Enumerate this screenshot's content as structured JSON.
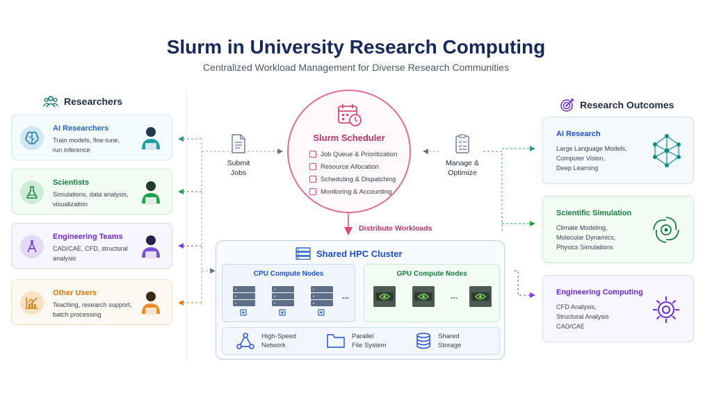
{
  "title": "Slurm in University Research Computing",
  "subtitle": "Centralized Workload Management for Diverse Research Communities",
  "researchers": {
    "heading": "Researchers",
    "items": [
      {
        "title": "AI Researchers",
        "desc1": "Train models, fine-tune,",
        "desc2": "run inference",
        "color": "#2563c9"
      },
      {
        "title": "Scientists",
        "desc1": "Simulations, data analysis,",
        "desc2": "visualization",
        "color": "#15803d"
      },
      {
        "title": "Engineering Teams",
        "desc1": "CAD/CAE, CFD, structural",
        "desc2": "analysis",
        "color": "#6d28d9"
      },
      {
        "title": "Other Users",
        "desc1": "Teaching, research support,",
        "desc2": "batch processing",
        "color": "#d97706"
      }
    ]
  },
  "submit": {
    "line1": "Submit",
    "line2": "Jobs"
  },
  "manage": {
    "line1": "Manage &",
    "line2": "Optimize"
  },
  "scheduler": {
    "title": "Slurm Scheduler",
    "items": [
      "Job Queue & Prioritization",
      "Resource Allocation",
      "Scheduling & Dispatching",
      "Monitoring & Accounting"
    ]
  },
  "distribute": "Distribute Workloads",
  "cluster": {
    "title": "Shared HPC Cluster",
    "cpu_title": "CPU Compute Nodes",
    "gpu_title": "GPU Compute Nodes",
    "ellipsis": "...",
    "infra": [
      {
        "line1": "High-Speed",
        "line2": "Network"
      },
      {
        "line1": "Parallel",
        "line2": "File System"
      },
      {
        "line1": "Shared",
        "line2": "Storage"
      }
    ]
  },
  "outcomes": {
    "heading": "Research Outcomes",
    "items": [
      {
        "title": "AI Research",
        "l1": "Large Language Models,",
        "l2": "Computer Vision,",
        "l3": "Deep Learning",
        "color": "#1d4ed8"
      },
      {
        "title": "Scientific Simulation",
        "l1": "Climate Modeling,",
        "l2": "Molecular Dynamics,",
        "l3": "Physics Simulations",
        "color": "#15803d"
      },
      {
        "title": "Engineering Computing",
        "l1": "CFD Analysis,",
        "l2": "Structural Analysis",
        "l3": "CAD/CAE",
        "color": "#6d28d9"
      }
    ]
  },
  "colors": {
    "navy": "#17285a",
    "scheduler": "#d9467a",
    "teal": "#0f766e",
    "blue": "#2563c9",
    "green": "#15803d",
    "purple": "#6d28d9",
    "orange": "#d97706"
  }
}
